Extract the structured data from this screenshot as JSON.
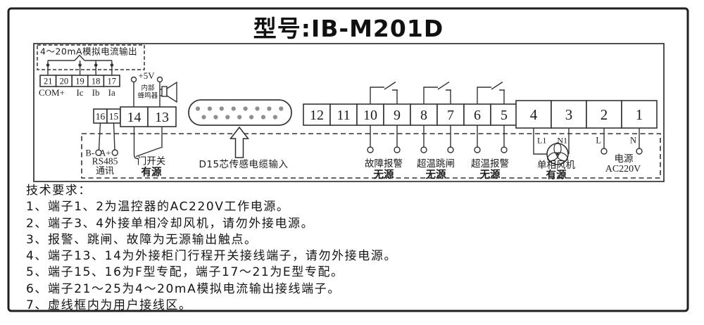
{
  "title": "型号:IB-M201D",
  "colors": {
    "accent_red": "#e8231e",
    "line": "#333333"
  },
  "diagram": {
    "analog_output_box": {
      "label": "4～20mA模拟电流输出"
    },
    "terminals_analog": [
      "21",
      "20",
      "19",
      "18",
      "17"
    ],
    "analog_labels": {
      "com": "COM+",
      "ic": "Ic",
      "ib": "Ib",
      "ia": "Ia"
    },
    "plus5v": "+5V",
    "buzzer": {
      "line1": "内部",
      "line2": "蜂鸣器"
    },
    "terminals_f": [
      "16",
      "15"
    ],
    "terminals_door": [
      "14",
      "13"
    ],
    "rs485": {
      "b": "B-",
      "a": "A+",
      "name": "RS485",
      "name2": "通讯"
    },
    "door_switch": {
      "label": "门开关",
      "status": "有源"
    },
    "d15": {
      "label": "D15芯传感电缆输入"
    },
    "terminals_mid": [
      "12",
      "11",
      "10",
      "9",
      "8",
      "7",
      "6",
      "5"
    ],
    "outputs": [
      {
        "label": "故障报警",
        "status": "无源"
      },
      {
        "label": "超温跳闸",
        "status": "无源"
      },
      {
        "label": "超温报警",
        "status": "无源"
      }
    ],
    "terminals_main": [
      "4",
      "3",
      "2",
      "1"
    ],
    "fan": {
      "l1": "L1",
      "n1": "N1",
      "label": "单相风机",
      "status": "有源"
    },
    "power": {
      "l": "L",
      "n": "N",
      "label": "电源",
      "voltage": "AC220V"
    }
  },
  "requirements": {
    "heading": "技术要求：",
    "items": [
      "1、端子1、2为温控器的AC220V工作电源。",
      "2、端子3、4外接单相冷却风机，请勿外接电源。",
      "3、报警、跳闸、故障为无源输出触点。",
      "4、端子13、14为外接柜门行程开关接线端子，请勿外接电源。",
      "5、端子15、16为F型专配，端子17～21为E型专配。",
      "6、端子21～25为4～20mA模拟电流输出接线端子。",
      "7、虚线框内为用户接线区。"
    ]
  }
}
